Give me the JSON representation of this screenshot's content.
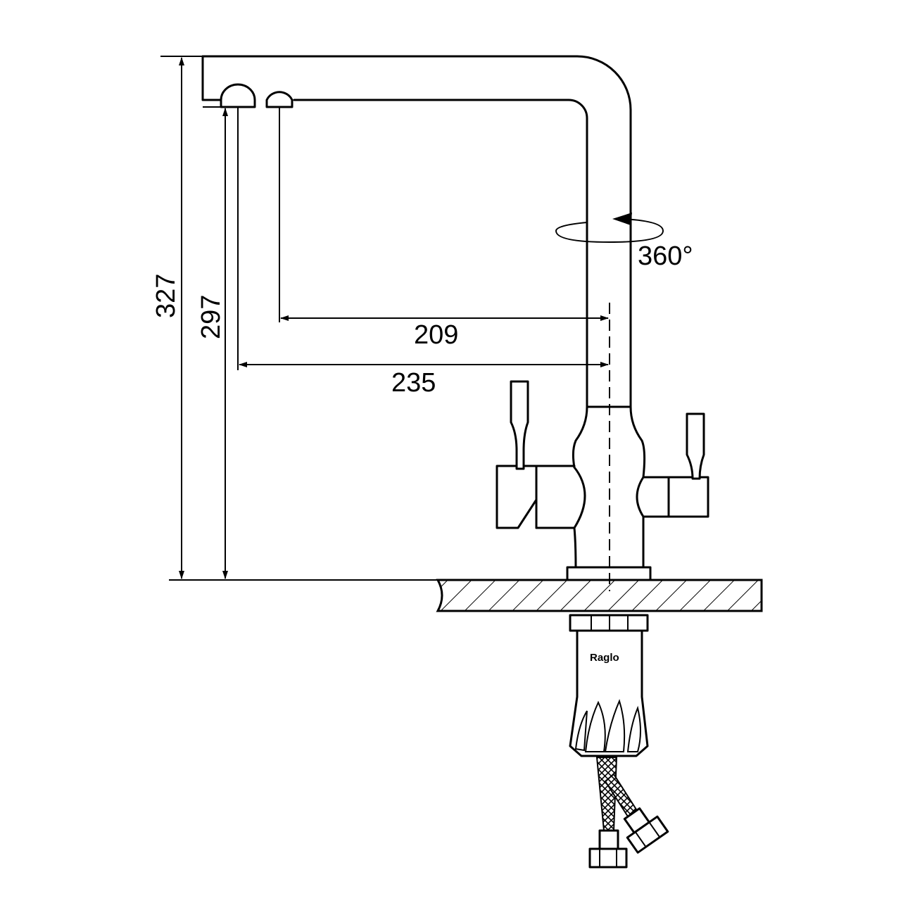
{
  "dimensions": {
    "overall_height": "327",
    "spout_height": "297",
    "inner_reach": "209",
    "outer_reach": "235",
    "rotation": "360°"
  },
  "brand": "Raglo"
}
